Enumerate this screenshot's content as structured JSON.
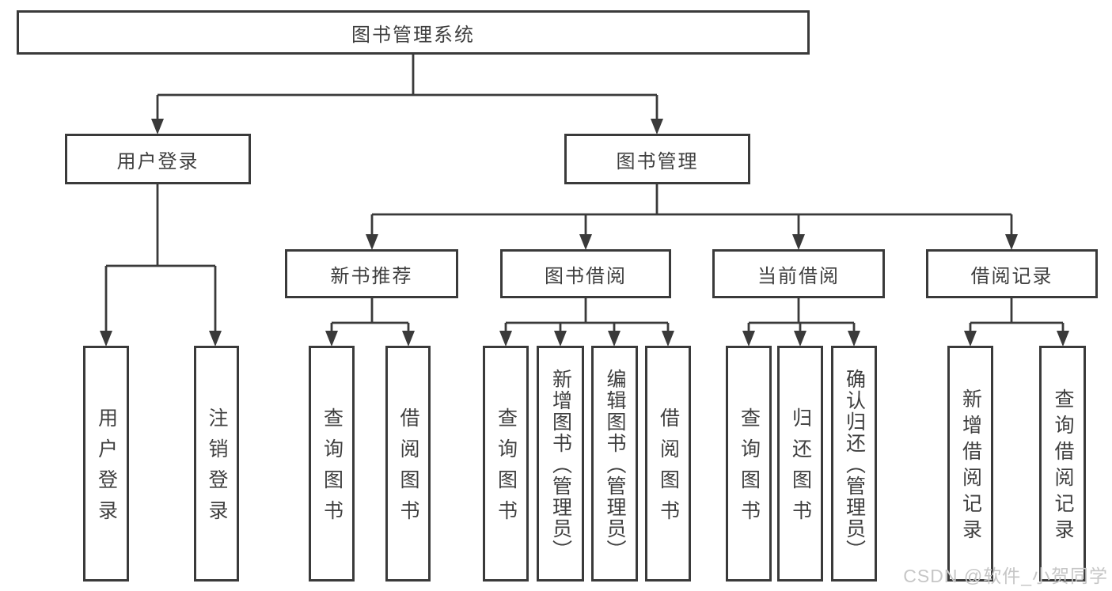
{
  "diagram": {
    "root": {
      "label": "图书管理系统"
    },
    "branches": [
      {
        "label": "用户登录",
        "children": [
          {
            "label": "用户登录"
          },
          {
            "label": "注销登录"
          }
        ]
      },
      {
        "label": "图书管理",
        "sections": [
          {
            "label": "新书推荐",
            "children": [
              {
                "label": "查询图书"
              },
              {
                "label": "借阅图书"
              }
            ]
          },
          {
            "label": "图书借阅",
            "children": [
              {
                "label": "查询图书"
              },
              {
                "label": "新增图书（管理员）"
              },
              {
                "label": "编辑图书（管理员）"
              },
              {
                "label": "借阅图书"
              }
            ]
          },
          {
            "label": "当前借阅",
            "children": [
              {
                "label": "查询图书"
              },
              {
                "label": "归还图书"
              },
              {
                "label": "确认归还（管理员）"
              }
            ]
          },
          {
            "label": "借阅记录",
            "children": [
              {
                "label": "新增借阅记录"
              },
              {
                "label": "查询借阅记录"
              }
            ]
          }
        ]
      }
    ]
  },
  "watermark": {
    "text": "CSDN @软件_小贺同学"
  },
  "colors": {
    "line": "#3a3a3a",
    "text": "#3f3f3f",
    "watermark": "#c6c6c6",
    "background": "#ffffff"
  }
}
